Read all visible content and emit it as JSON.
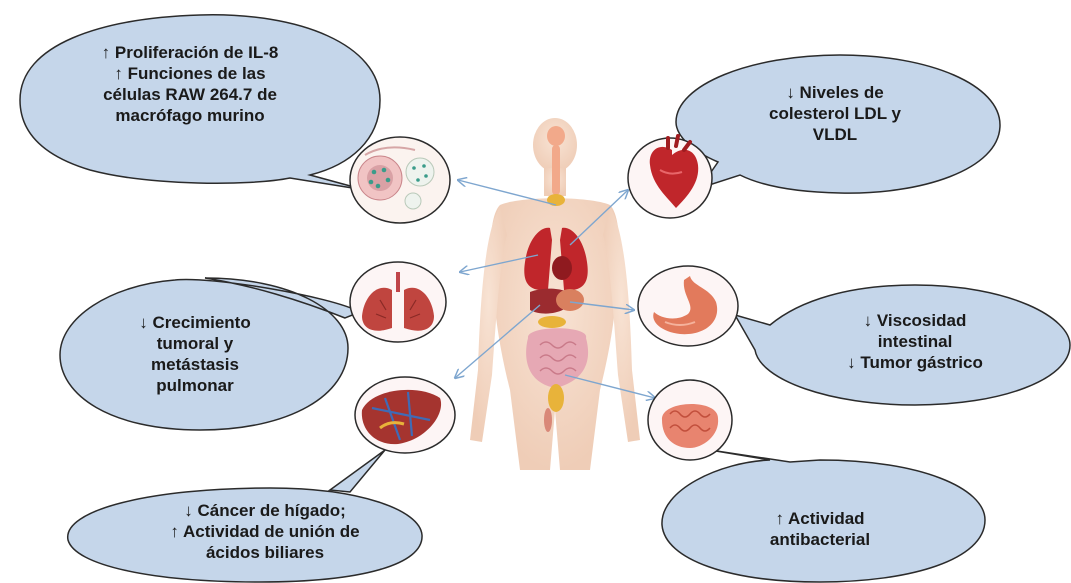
{
  "bubbles": {
    "immune": {
      "lines": [
        "↑ Proliferación de IL-8",
        "↑ Funciones de las",
        "células RAW 264.7 de",
        "macrófago murino"
      ]
    },
    "heart": {
      "lines": [
        "↓ Niveles de",
        "colesterol LDL y",
        "VLDL"
      ]
    },
    "lungs": {
      "lines": [
        "↓ Crecimiento",
        "tumoral y",
        "metástasis",
        "pulmonar"
      ]
    },
    "stomach": {
      "lines": [
        "↓ Viscosidad",
        "intestinal",
        "↓ Tumor gástrico"
      ]
    },
    "liver": {
      "lines": [
        "↓ Cáncer de hígado;",
        "↑ Actividad de unión de",
        "ácidos biliares"
      ]
    },
    "intestine": {
      "lines": [
        "↑ Actividad",
        "antibacterial"
      ]
    }
  },
  "colors": {
    "bubble_fill": "#c5d6ea",
    "bubble_stroke": "#2b2b2b",
    "arrow": "#7ea6cf",
    "body_skin": "#f3d7c4",
    "organ_red": "#c0262b"
  },
  "icons": {
    "center": "human-body-organs-icon",
    "immune": "cell-culture-icon",
    "heart": "heart-icon",
    "lungs": "lungs-icon",
    "stomach": "stomach-icon",
    "liver": "liver-icon",
    "intestine": "intestine-icon"
  }
}
